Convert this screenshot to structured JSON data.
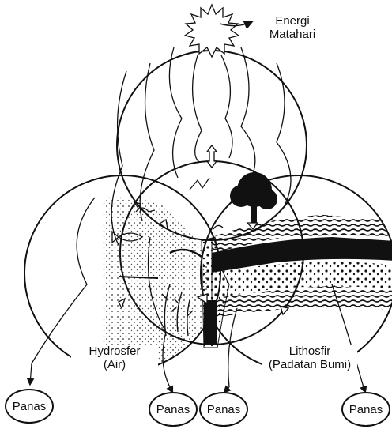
{
  "energy_label_line1": "Energi",
  "energy_label_line2": "Matahari",
  "hydro_line1": "Hydrosfer",
  "hydro_line2": "(Air)",
  "litho_line1": "Lithosfir",
  "litho_line2": "(Padatan Bumi)",
  "panas": [
    "Panas",
    "Panas",
    "Panas",
    "Panas"
  ],
  "icons": [
    "sun-icon",
    "tree-icon",
    "bird-icon",
    "fish-icon",
    "arrow-icon"
  ]
}
